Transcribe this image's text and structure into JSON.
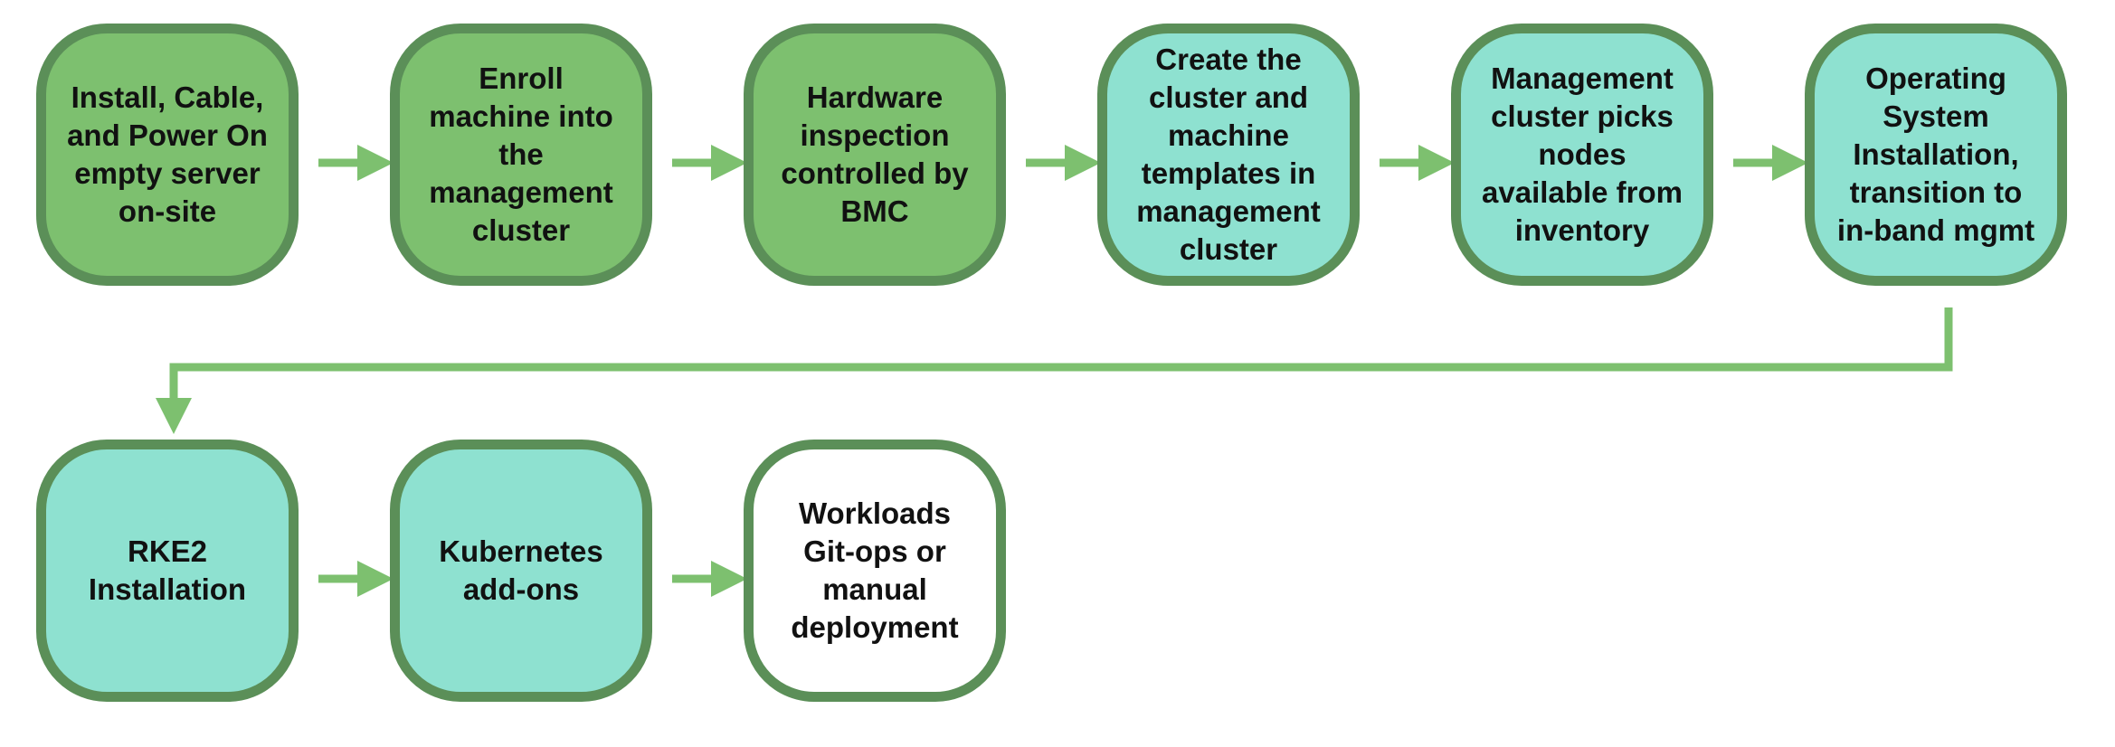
{
  "colors": {
    "border": "#5b8f58",
    "green_fill": "#7dc06f",
    "teal_fill": "#8ee1d0",
    "white_fill": "#ffffff",
    "arrow": "#7dc06f"
  },
  "steps": [
    {
      "id": "install-cable-power",
      "text": "Install, Cable,\nand Power On\nempty server\non-site",
      "fill": "green"
    },
    {
      "id": "enroll-machine",
      "text": "Enroll\nmachine into\nthe\nmanagement\ncluster",
      "fill": "green"
    },
    {
      "id": "hardware-inspection",
      "text": "Hardware\ninspection\ncontrolled by\nBMC",
      "fill": "green"
    },
    {
      "id": "create-templates",
      "text": "Create the\ncluster and\nmachine\ntemplates in\nmanagement\ncluster",
      "fill": "teal"
    },
    {
      "id": "pick-nodes",
      "text": "Management\ncluster picks\nnodes\navailable from\ninventory",
      "fill": "teal"
    },
    {
      "id": "os-installation",
      "text": "Operating\nSystem\nInstallation,\ntransition to\nin-band mgmt",
      "fill": "teal"
    },
    {
      "id": "rke2-installation",
      "text": "RKE2\nInstallation",
      "fill": "teal"
    },
    {
      "id": "kubernetes-addons",
      "text": "Kubernetes\nadd-ons",
      "fill": "teal"
    },
    {
      "id": "workloads",
      "text": "Workloads\nGit-ops or\nmanual\ndeployment",
      "fill": "white"
    }
  ]
}
